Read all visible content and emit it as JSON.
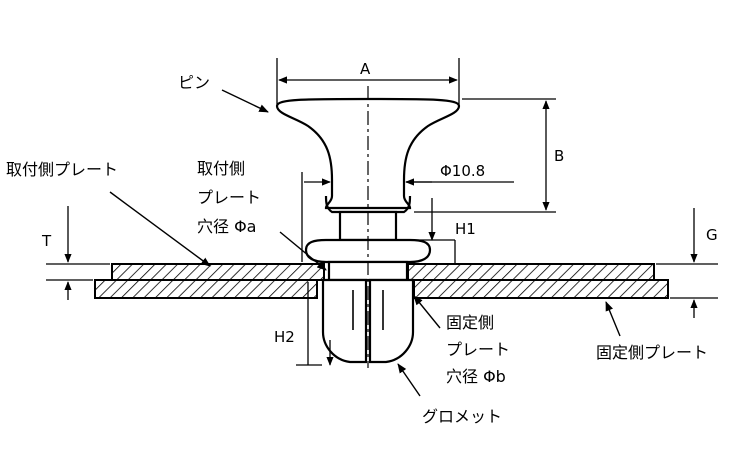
{
  "labels": {
    "pin": "ピン",
    "mount_plate": "取付側プレート",
    "mount_hole_line1": "取付側",
    "mount_hole_line2": "プレート",
    "mount_hole_line3": "穴径 Φa",
    "fixed_hole_line1": "固定側",
    "fixed_hole_line2": "プレート",
    "fixed_hole_line3": "穴径 Φb",
    "fixed_plate": "固定側プレート",
    "grommet": "グロメット"
  },
  "dimensions": {
    "a": "A",
    "b": "B",
    "phi": "Φ10.8",
    "h1": "H1",
    "h2": "H2",
    "t": "T",
    "g": "G"
  }
}
